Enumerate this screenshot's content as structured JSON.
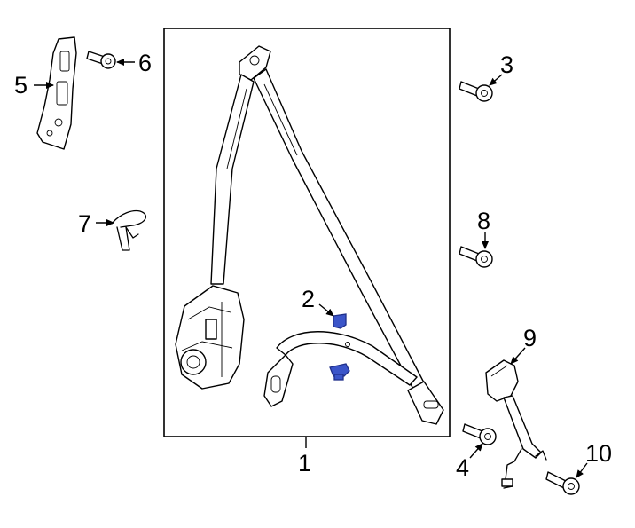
{
  "callouts": {
    "c1": "1",
    "c2": "2",
    "c3": "3",
    "c4": "4",
    "c5": "5",
    "c6": "6",
    "c7": "7",
    "c8": "8",
    "c9": "9",
    "c10": "10"
  },
  "colors": {
    "highlight_part": "#3b55c9",
    "line": "#000000",
    "background": "#ffffff"
  }
}
